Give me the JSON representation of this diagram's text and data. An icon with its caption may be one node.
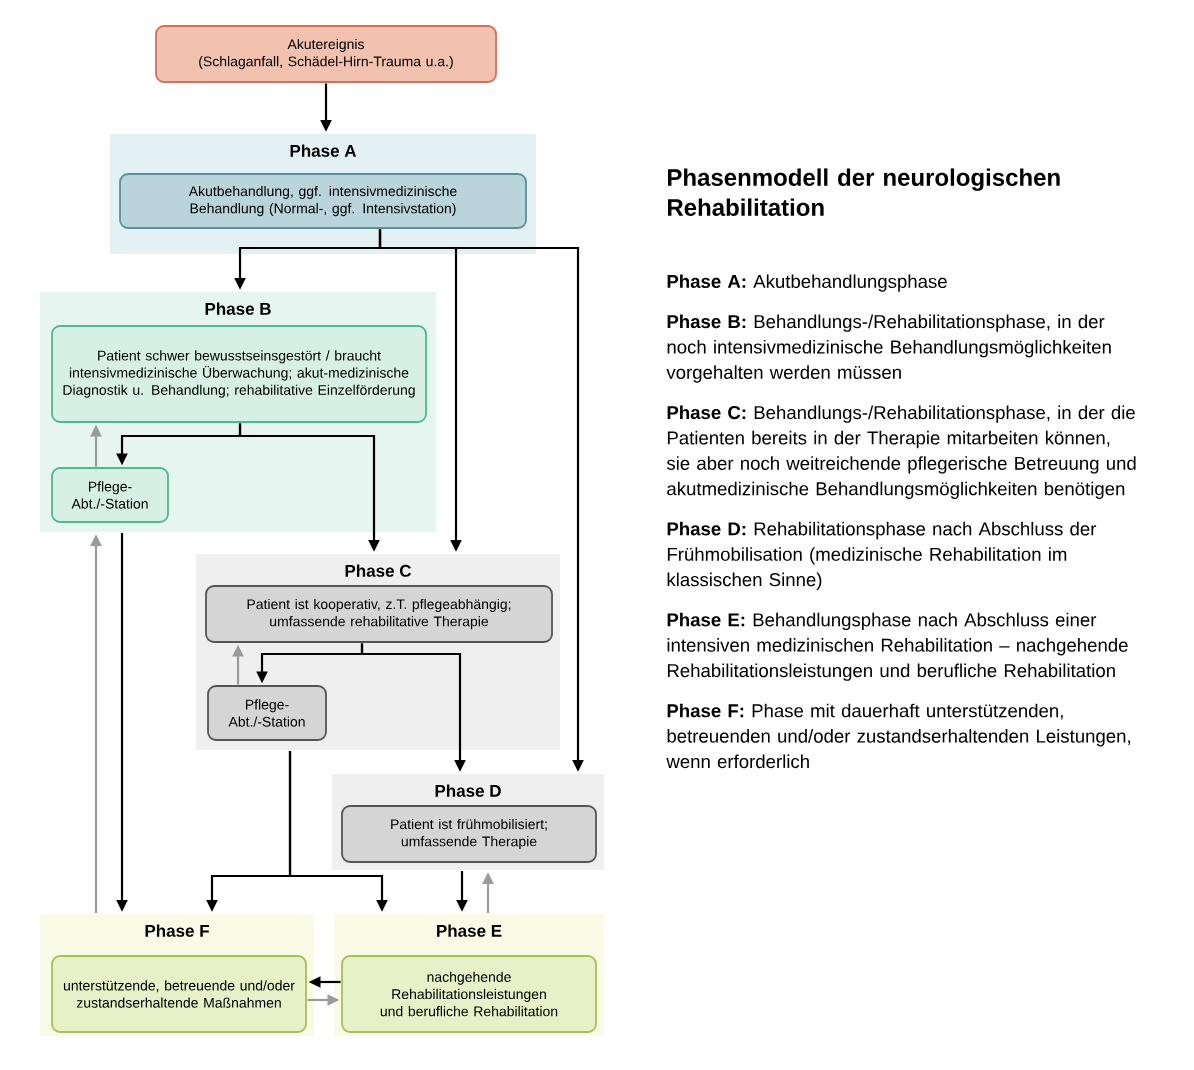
{
  "diagram": {
    "title": "Phasenmodell der neurologischen Rehabilitation",
    "nodes": [
      {
        "text": [
          "Akutereignis",
          "(Schlaganfall, Schädel-Hirn-Trauma u.a.)"
        ]
      },
      {
        "text": [
          "Phase A"
        ]
      },
      {
        "text": [
          "Akutbehandlung, ggf. intensivmedizinische Behandlung (Normal-, ggf. Intensivstation)"
        ],
        "in": 1
      },
      {
        "text": [
          "Phase B"
        ]
      },
      {
        "text": [
          "Patient schwer bewusstseinsgestört / braucht intensivmedizinische Überwachung; akut-medizinische Diagnostik u. Behandlung; rehabilitative Einzelförderung"
        ],
        "in": 3
      },
      {
        "text": [
          "Pflege-Abt./-Station"
        ],
        "in": 3
      },
      {
        "text": [
          "Phase C"
        ]
      },
      {
        "text": [
          "Patient ist kooperativ, z.T. pflegeabhängig; umfassende rehabilitative Therapie"
        ],
        "in": 6
      },
      {
        "text": [
          "Pflege-Abt./-Station"
        ],
        "in": 6
      },
      {
        "text": [
          "Phase D"
        ]
      },
      {
        "text": [
          "Patient ist frühmobilisiert; umfassende Therapie"
        ],
        "in": 9
      },
      {
        "text": [
          "Phase F"
        ]
      },
      {
        "text": [
          "unterstützende, betreuende und/oder zustandserhaltende Maßnahmen"
        ],
        "in": 11
      },
      {
        "text": [
          "Phase E"
        ]
      },
      {
        "text": [
          "nachgehende Rehabilitationsleistungen und berufliche Rehabilitation"
        ],
        "in": 13
      }
    ],
    "edges": [
      {
        "from": 0,
        "to": 1,
        "arrow": "to"
      },
      {
        "from": 2,
        "to": 3,
        "arrow": "to"
      },
      {
        "from": 2,
        "to": 6,
        "arrow": "to"
      },
      {
        "from": 2,
        "to": 9,
        "arrow": "to"
      },
      {
        "from": 4,
        "to": 5,
        "arrow": "to"
      },
      {
        "from": 4,
        "to": 6,
        "arrow": "to"
      },
      {
        "from": 5,
        "to": 4,
        "arrow": "to",
        "color": "#9a9a9a"
      },
      {
        "from": 3,
        "to": 11,
        "arrow": "to"
      },
      {
        "from": 11,
        "to": 3,
        "arrow": "to",
        "color": "#9a9a9a"
      },
      {
        "from": 7,
        "to": 8,
        "arrow": "to"
      },
      {
        "from": 7,
        "to": 9,
        "arrow": "to"
      },
      {
        "from": 8,
        "to": 7,
        "arrow": "to",
        "color": "#9a9a9a"
      },
      {
        "from": 6,
        "to": 11,
        "arrow": "to"
      },
      {
        "from": 6,
        "to": 13,
        "arrow": "to"
      },
      {
        "from": 9,
        "to": 13,
        "arrow": "to"
      },
      {
        "from": 13,
        "to": 9,
        "arrow": "to",
        "color": "#9a9a9a"
      },
      {
        "from": 14,
        "to": 12,
        "arrow": "to"
      },
      {
        "from": 12,
        "to": 14,
        "arrow": "to",
        "color": "#9a9a9a"
      }
    ],
    "labels": [
      "**Phase A:** Akutbehandlungsphase",
      "**Phase B:** Behandlungs-/Rehabilitationsphase, in der noch intensivmedizinische Behandlungsmöglichkeiten vorgehalten werden müssen",
      "**Phase C:** Behandlungs-/Rehabilitationsphase, in der die Patienten bereits in der Therapie mitarbeiten können, sie aber noch weitreichende pflegerische Betreuung und akutmedizinische Behandlungsmöglichkeiten benötigen",
      "**Phase D:** Rehabilitationsphase nach Abschluss der Frühmobilisation (medizinische Rehabilitation im klassischen Sinne)",
      "**Phase E:** Behandlungsphase nach Abschluss einer intensiven medizinischen Rehabilitation – nachgehende Rehabilitationsleistungen und berufliche Rehabilitation",
      "**Phase F:** Phase mit dauerhaft unterstützenden, betreuenden und/oder zustandserhaltenden Leistungen, wenn erforderlich"
    ]
  }
}
